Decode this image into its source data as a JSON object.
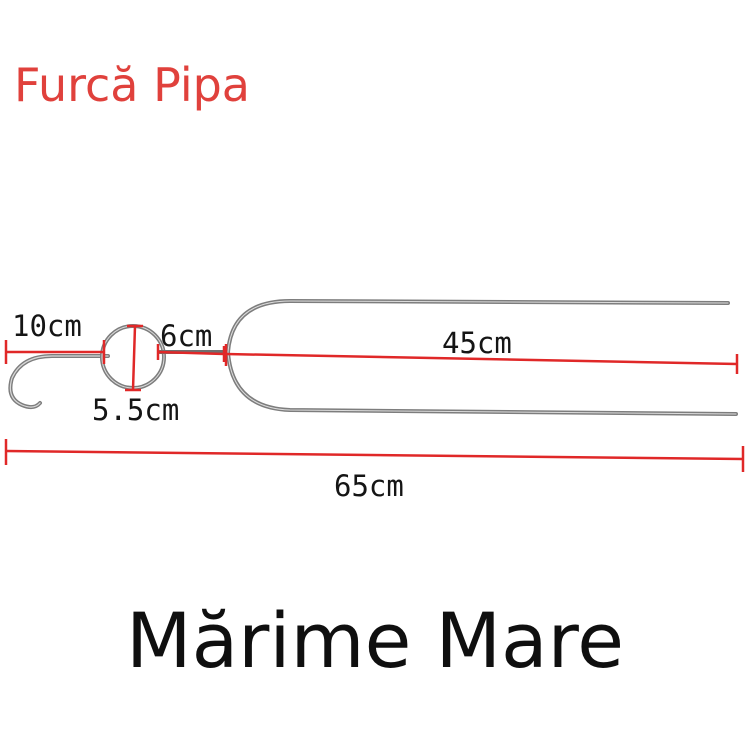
{
  "title": "Furcă Pipa",
  "caption": "Mărime Mare",
  "dimensions": {
    "hook_length": "10cm",
    "ring_diameter": "5.5cm",
    "connector_length": "6cm",
    "prong_length": "45cm",
    "total_length": "65cm"
  },
  "colors": {
    "title": "#e0413c",
    "dimension_line": "#e02828",
    "metal": "#8a8a8a"
  }
}
